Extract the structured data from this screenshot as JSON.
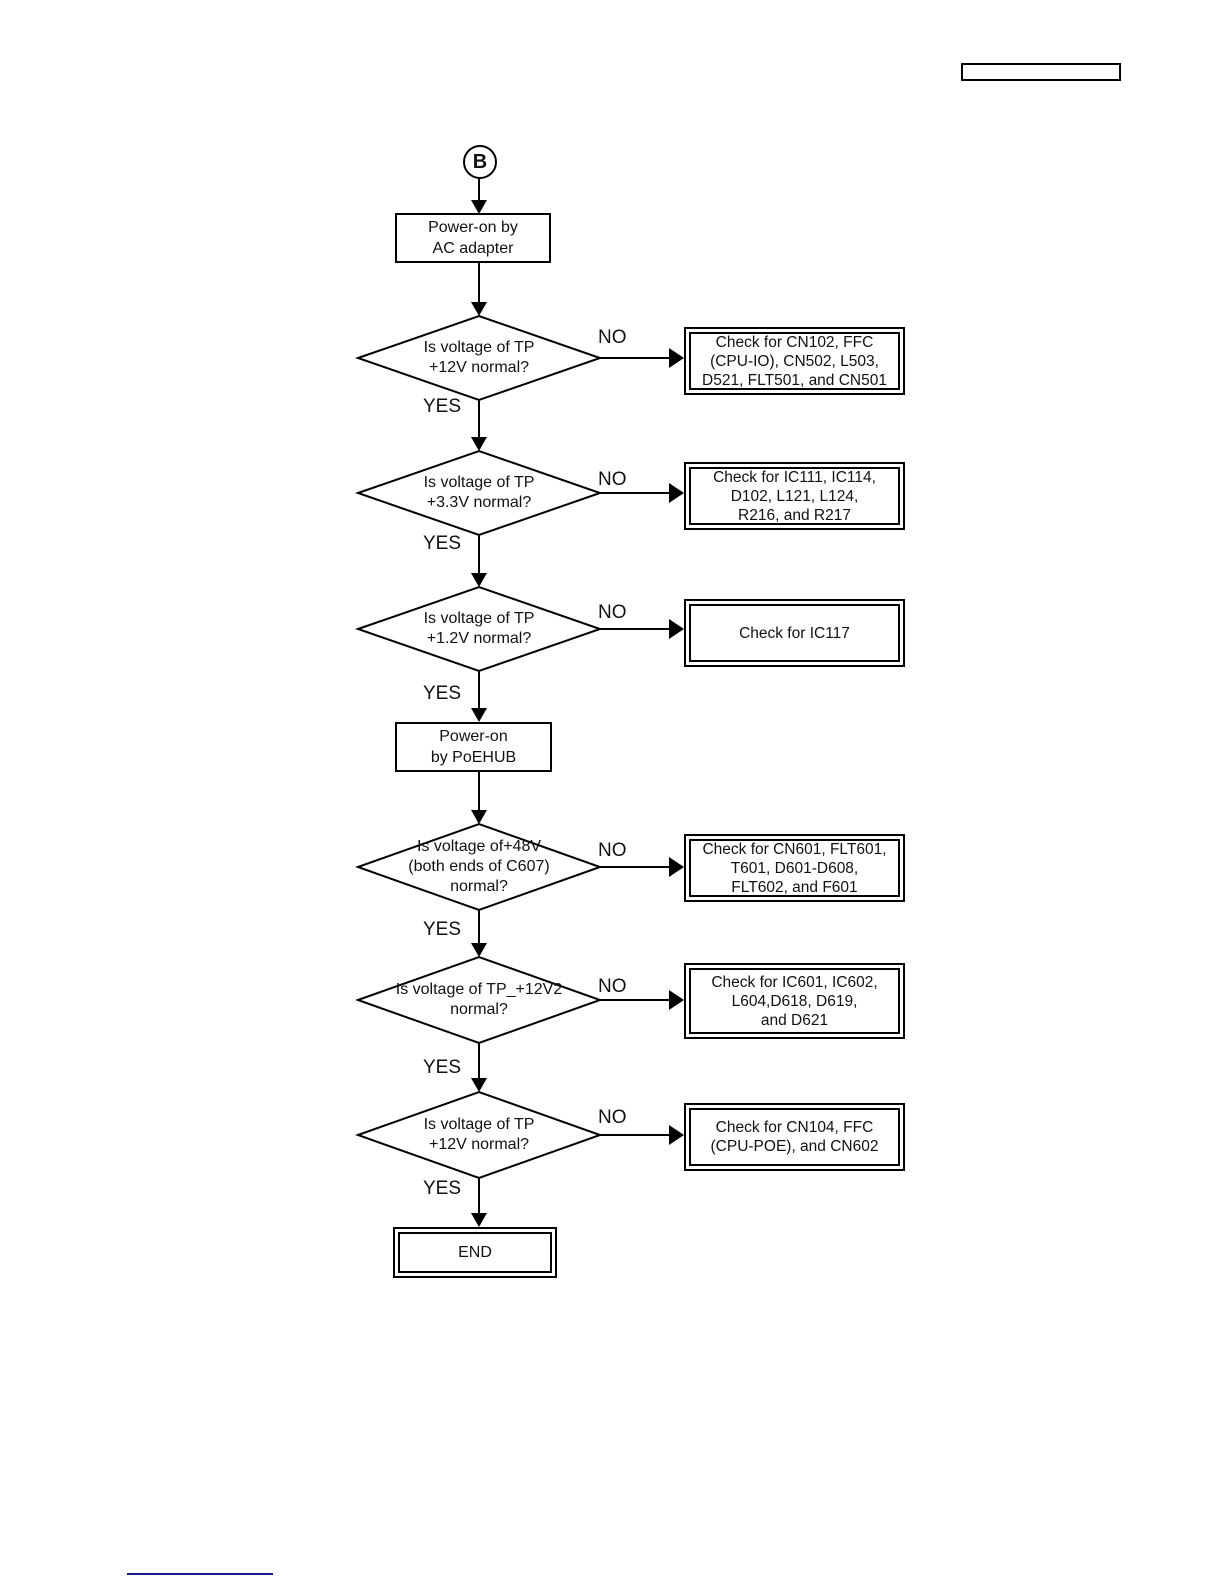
{
  "colors": {
    "line": "#000000",
    "background": "#ffffff",
    "rule_line": "#1a1a8c"
  },
  "labels": {
    "yes": "YES",
    "no": "NO"
  },
  "nodes": {
    "connector": {
      "label": "B"
    },
    "p1": {
      "label": "Power-on by\nAC adapter"
    },
    "d1": {
      "label": "Is voltage of TP\n+12V normal?"
    },
    "c1": {
      "label": "Check for CN102, FFC\n(CPU-IO), CN502, L503,\nD521, FLT501, and CN501"
    },
    "d2": {
      "label": "Is voltage of TP\n+3.3V normal?"
    },
    "c2": {
      "label": "Check for IC111, IC114,\nD102, L121, L124,\nR216, and R217"
    },
    "d3": {
      "label": "Is voltage of TP\n+1.2V normal?"
    },
    "c3": {
      "label": "Check for IC117"
    },
    "p2": {
      "label": "Power-on\nby PoEHUB"
    },
    "d4": {
      "label": "Is voltage of+48V\n(both ends of C607)\nnormal?"
    },
    "c4": {
      "label": "Check for CN601, FLT601,\nT601, D601-D608,\nFLT602, and F601"
    },
    "d5": {
      "label": "Is voltage of TP_+12V2\nnormal?"
    },
    "c5": {
      "label": "Check for IC601, IC602,\nL604,D618, D619,\nand D621"
    },
    "d6": {
      "label": "Is voltage of TP\n+12V normal?"
    },
    "c6": {
      "label": "Check for CN104, FFC\n(CPU-POE), and CN602"
    },
    "end": {
      "label": "END"
    }
  }
}
